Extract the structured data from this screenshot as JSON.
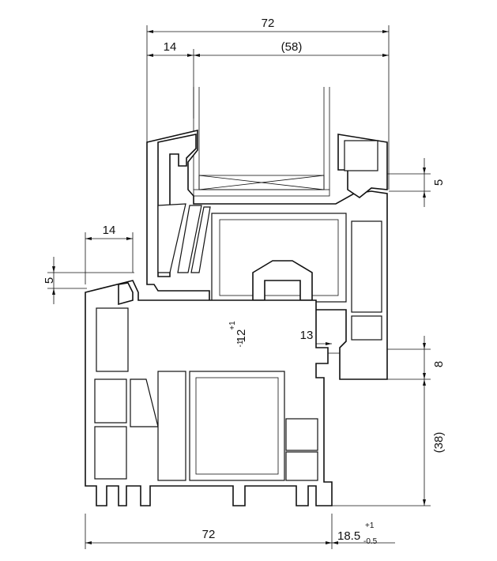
{
  "dimensions": {
    "top_total": "72",
    "top_left": "14",
    "top_glass": "(58)",
    "left_mid": "14",
    "left_five": "5",
    "right_five": "5",
    "tol_main": "12",
    "tol_plus": "+1",
    "tol_minus": "-1",
    "mid_thirteen": "13",
    "right_eight": "8",
    "right_thirtyeight": "(38)",
    "bottom_total": "72",
    "bottom_right_main": "18.5",
    "bottom_right_plus": "+1",
    "bottom_right_minus": "-0.5"
  },
  "colors": {
    "line": "#111111",
    "background": "#ffffff"
  }
}
